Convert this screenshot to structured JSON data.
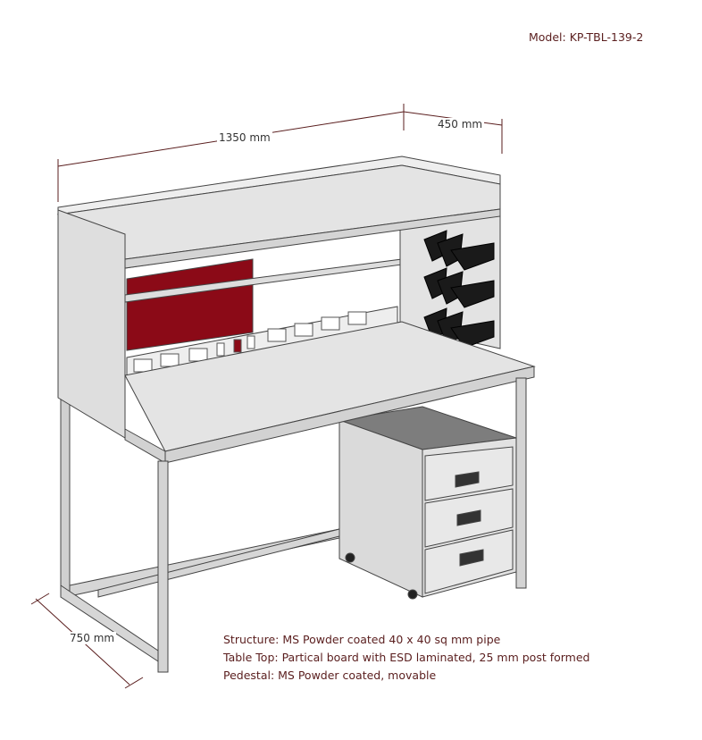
{
  "model": "Model: KP-TBL-139-2",
  "dimensions": {
    "width": "1350 mm",
    "depth_top": "450 mm",
    "depth": "750 mm"
  },
  "specs": [
    "Structure: MS Powder coated 40 x 40 sq mm pipe",
    "Table Top: Partical board with ESD laminated, 25 mm post formed",
    "Pedestal: MS Powder coated, movable"
  ],
  "colors": {
    "text": "#5a1e1e",
    "panel_red": "#8b0a17",
    "surface": "#e4e4e4",
    "frame": "#c8c8c8",
    "bins": "#1a1a1a"
  }
}
